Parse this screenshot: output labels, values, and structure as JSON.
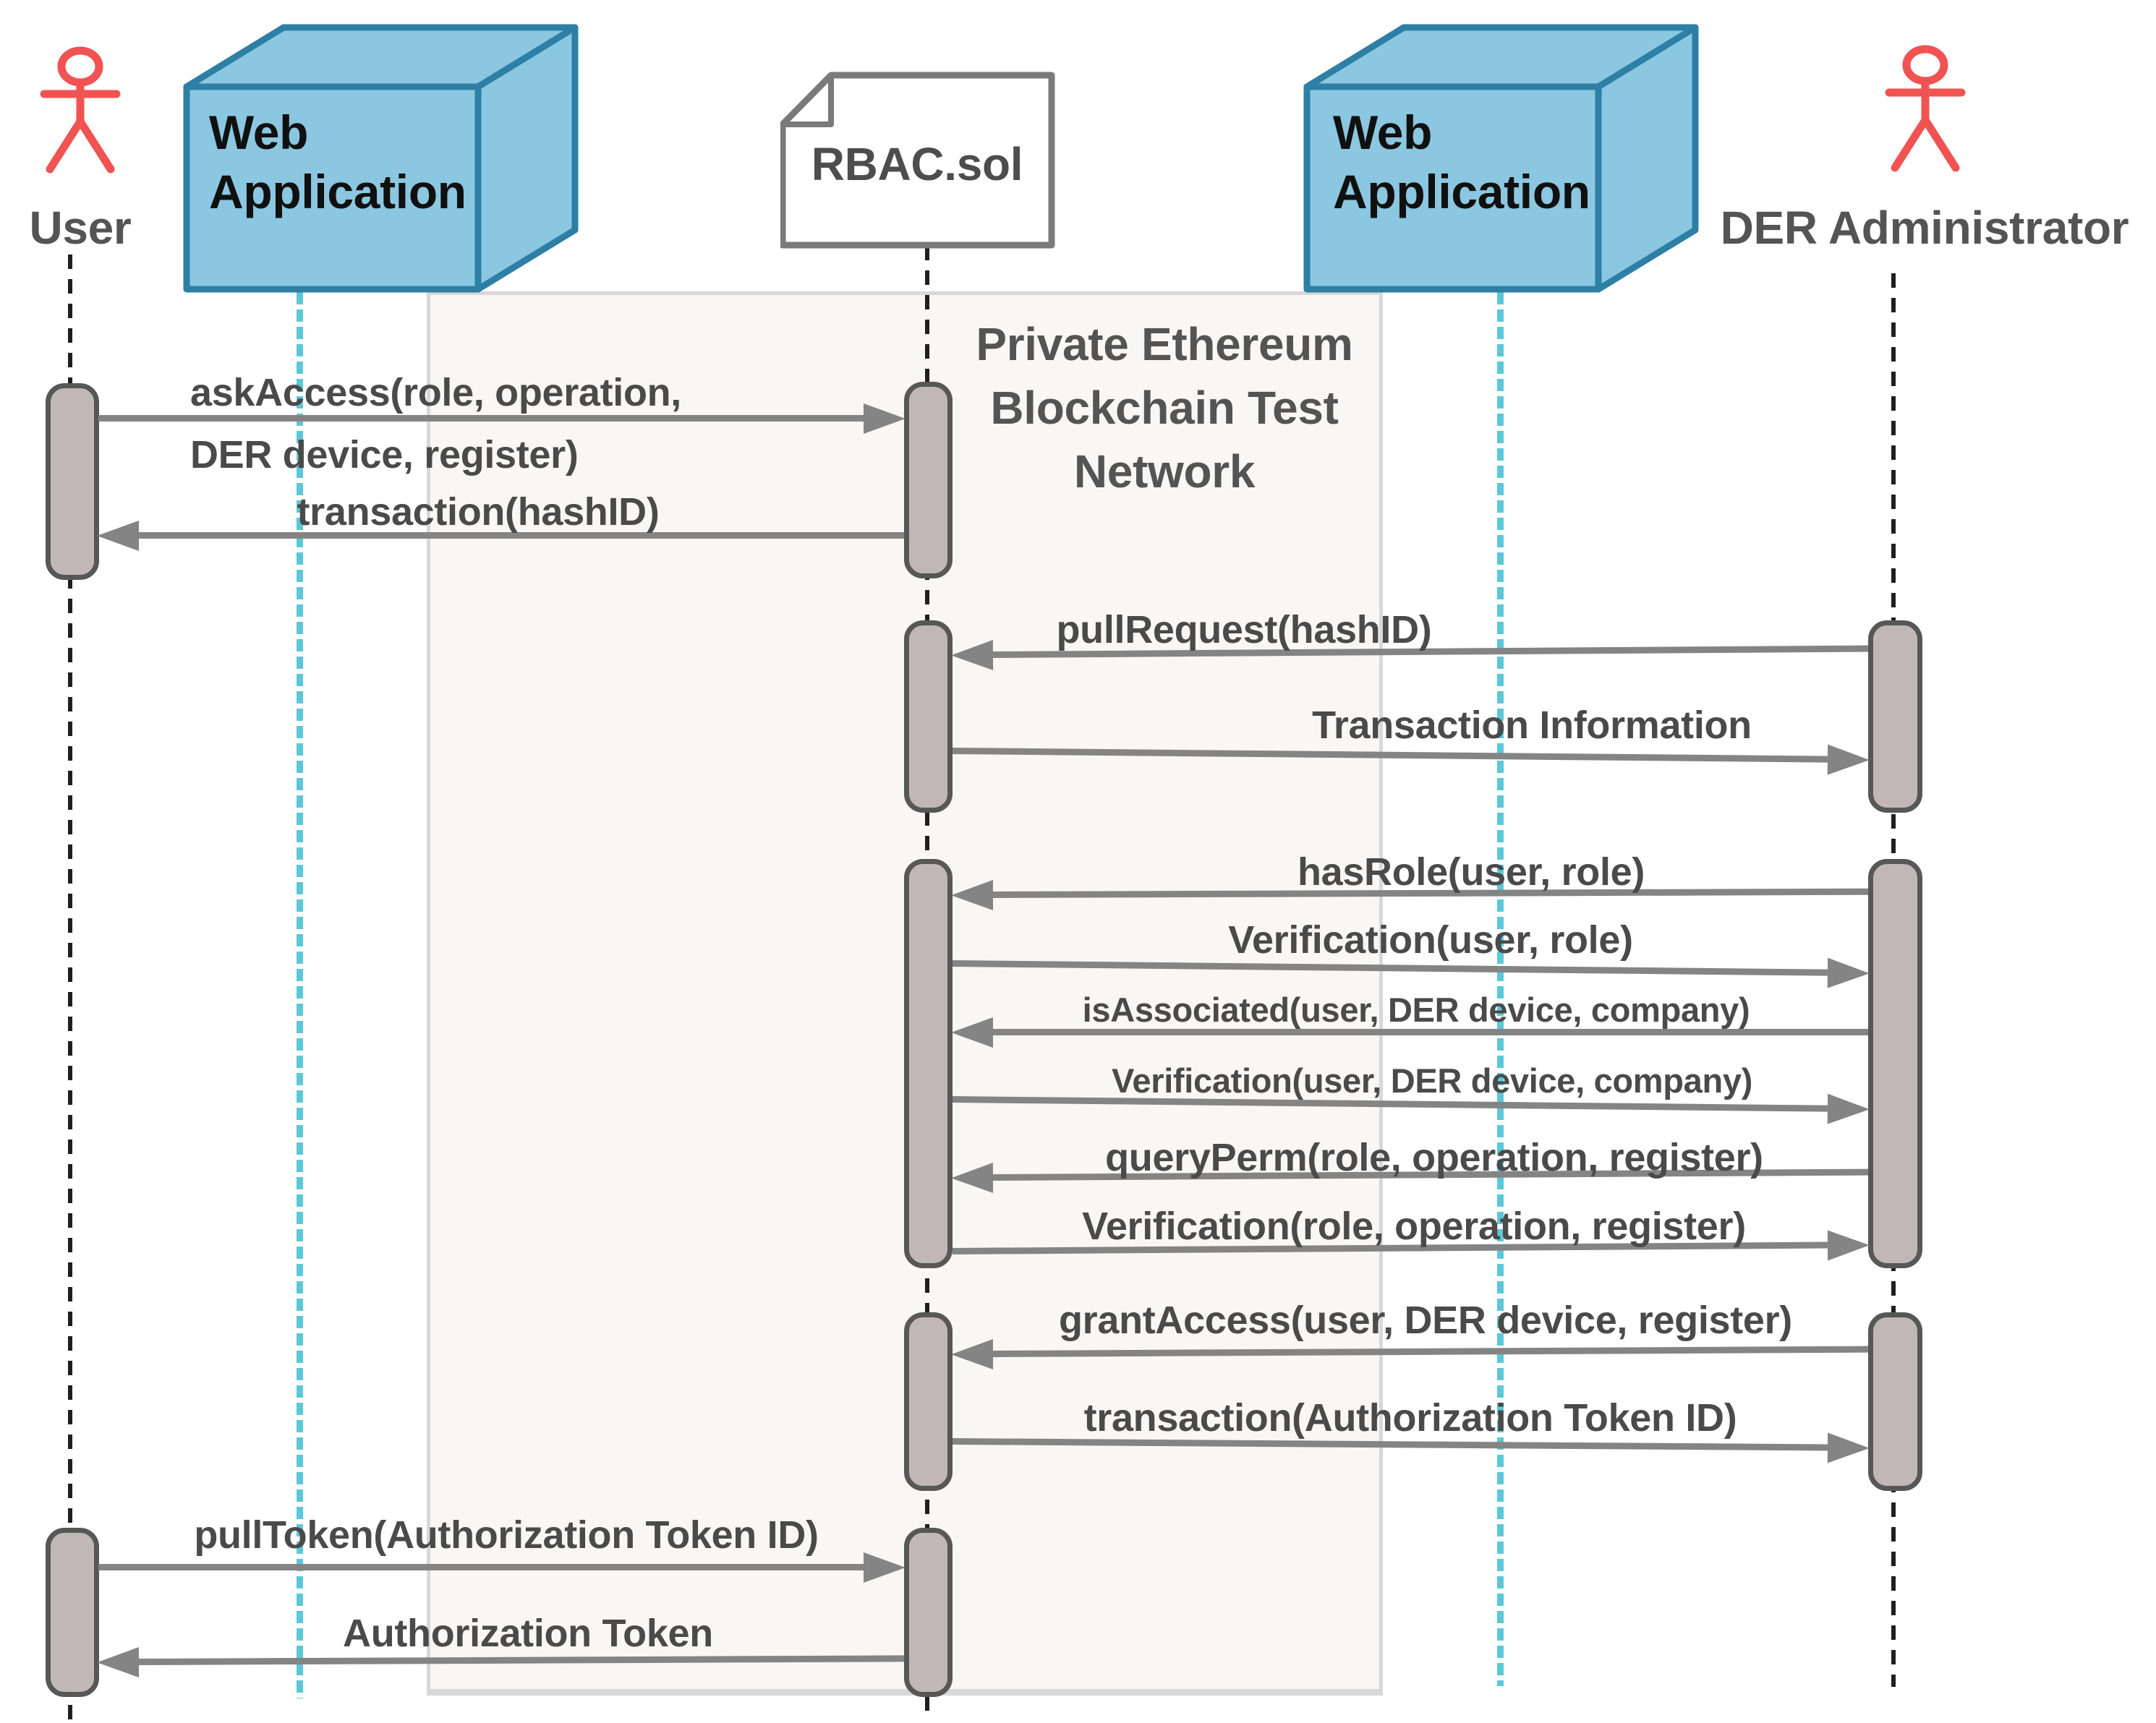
{
  "diagram_type": "uml-sequence-diagram",
  "colors": {
    "page-bg": "#ffffff",
    "box-fill": "#8bc7e0",
    "box-edge": "#2e7fa5",
    "actor-red": "#f05352",
    "label-gray": "#545454",
    "message-gray": "#4a4a4a",
    "arrow-gray": "#848484",
    "lifeline-black": "#1f1f1f",
    "lifeline-cyan": "#5bc8d8",
    "activation-fill": "#c1b7b7",
    "activation-edge": "#575757",
    "region-fill": "#f8f7f5",
    "region-edge": "#d8d8d8",
    "doc-fill": "#ffffff",
    "doc-edge": "#7a7a7a"
  },
  "participants": {
    "user": {
      "label": "User",
      "type": "actor"
    },
    "webapp1": {
      "label_line1": "Web",
      "label_line2": "Application",
      "type": "node"
    },
    "rbac": {
      "label": "RBAC.sol",
      "type": "document"
    },
    "webapp2": {
      "label_line1": "Web",
      "label_line2": "Application",
      "type": "node"
    },
    "admin": {
      "label": "DER Administrator",
      "type": "actor"
    }
  },
  "region": {
    "label_lines": [
      "Private Ethereum",
      "Blockchain Test",
      "Network"
    ]
  },
  "messages": [
    {
      "from": "User",
      "to": "RBAC.sol",
      "label": "askAccess(role, operation,",
      "label2": "DER device, register)"
    },
    {
      "from": "RBAC.sol",
      "to": "User",
      "label": "transaction(hashID)"
    },
    {
      "from": "DER Administrator",
      "to": "RBAC.sol",
      "label": "pullRequest(hashID)"
    },
    {
      "from": "RBAC.sol",
      "to": "DER Administrator",
      "label": "Transaction Information"
    },
    {
      "from": "DER Administrator",
      "to": "RBAC.sol",
      "label": "hasRole(user, role)"
    },
    {
      "from": "RBAC.sol",
      "to": "DER Administrator",
      "label": "Verification(user, role)"
    },
    {
      "from": "DER Administrator",
      "to": "RBAC.sol",
      "label": "isAssociated(user, DER device, company)"
    },
    {
      "from": "RBAC.sol",
      "to": "DER Administrator",
      "label": "Verification(user, DER device, company)"
    },
    {
      "from": "DER Administrator",
      "to": "RBAC.sol",
      "label": "queryPerm(role, operation, register)"
    },
    {
      "from": "RBAC.sol",
      "to": "DER Administrator",
      "label": "Verification(role, operation, register)"
    },
    {
      "from": "DER Administrator",
      "to": "RBAC.sol",
      "label": "grantAccess(user, DER device, register)"
    },
    {
      "from": "RBAC.sol",
      "to": "DER Administrator",
      "label": "transaction(Authorization Token ID)"
    },
    {
      "from": "User",
      "to": "RBAC.sol",
      "label": "pullToken(Authorization Token ID)"
    },
    {
      "from": "RBAC.sol",
      "to": "User",
      "label": "Authorization Token"
    }
  ]
}
